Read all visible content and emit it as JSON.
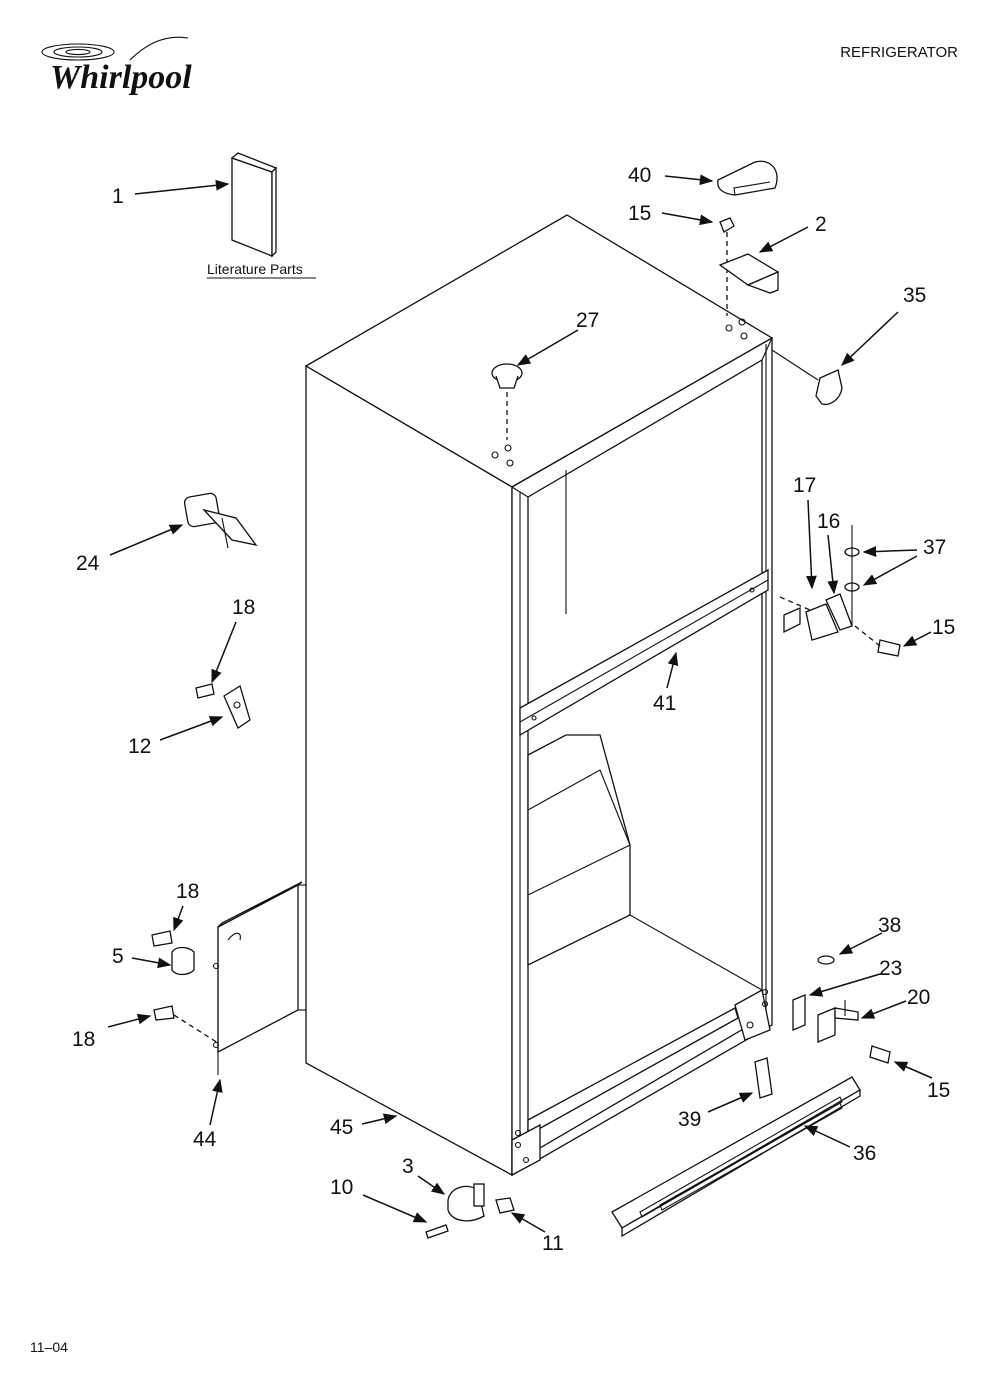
{
  "header": {
    "brand": "Whirlpool",
    "section": "REFRIGERATOR"
  },
  "literature_label": "Literature Parts",
  "footer_date": "11–04",
  "callouts": {
    "c1": "1",
    "c2": "2",
    "c3": "3",
    "c5": "5",
    "c10": "10",
    "c11": "11",
    "c12": "12",
    "c15a": "15",
    "c15b": "15",
    "c15c": "15",
    "c16": "16",
    "c17": "17",
    "c18a": "18",
    "c18b": "18",
    "c18c": "18",
    "c20": "20",
    "c23": "23",
    "c24": "24",
    "c27": "27",
    "c35": "35",
    "c36": "36",
    "c37": "37",
    "c38": "38",
    "c39": "39",
    "c40": "40",
    "c41": "41",
    "c44": "44",
    "c45": "45"
  }
}
